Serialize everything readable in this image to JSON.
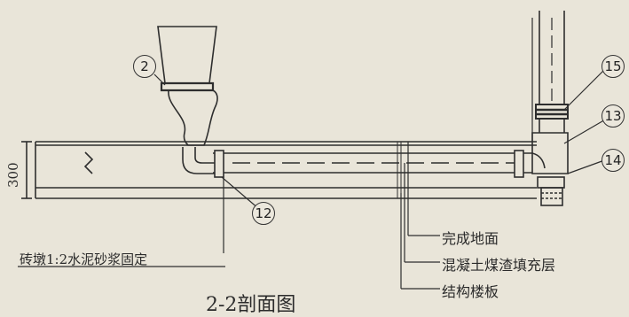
{
  "drawing": {
    "title": "2-2剖面图",
    "dimension": "300",
    "callouts": {
      "c2": "2",
      "c12": "12",
      "c13": "13",
      "c14": "14",
      "c15": "15"
    },
    "note_left": "砖墩1:2水泥砂浆固定",
    "layers": [
      "完成地面",
      "混凝土煤渣填充层",
      "结构楼板"
    ]
  },
  "colors": {
    "paper": "#e9e5d9",
    "ink": "#2b2b2b"
  }
}
